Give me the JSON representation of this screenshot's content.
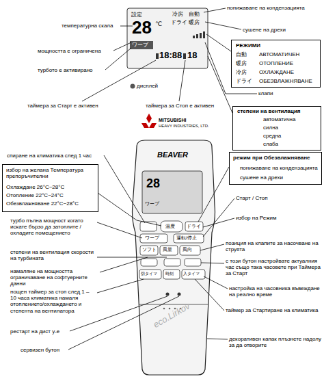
{
  "diagram": {
    "nodes": [
      {
        "text": [
          "РЕЖИМИ",
          "自動",
          "АВТОМАТИЧЕН",
          "暖房",
          "ОТОПЛЕНИЕ",
          "冷房",
          "ОХЛАЖДАНЕ",
          "ドライ",
          "ОБЕЗВЛАЖНЯВАНЕ"
        ]
      },
      {
        "text": [
          "степени на вентилация",
          "автоматична",
          "силна",
          "средна",
          "слаба"
        ]
      },
      {
        "text": [
          "избор на желана Температура препоръчителни",
          "Охлаждане 26°C~28°C",
          "Отопление 22°C~24°C",
          "Обезвлажняване 22°C~28°C"
        ]
      },
      {
        "text": [
          "режим при Обезвлажняване",
          "понижаване на кондензацията",
          "сушене на дрехи"
        ]
      }
    ],
    "labels": [
      "температурна скала",
      "мощността е ограничена",
      "турбото е активирано",
      "дисплей",
      "таймера за Старт е активен",
      "таймера за Стоп е активен",
      "понижаване на кондензацията",
      "сушене на дрехи",
      "клапи",
      "設定",
      "冷房",
      "自動",
      "ドライ",
      "暖房",
      "28",
      "℃",
      "ワープ",
      "18:88",
      "18",
      "MITSUBISHI",
      "HEAVY INDUSTRIES, LTD.",
      "BEAVER",
      "28",
      "ワープ",
      "温度",
      "ドライ",
      "ワープ",
      "運転/停止",
      "ソフト",
      "風量",
      "風向",
      "切タイマ",
      "時刻",
      "入タイマ",
      "спиране на климатика след 1 час",
      "турбо пълна мощност когато искате бързо да затоплите / охладите помещението",
      "степени на вентилация скорости на турбината",
      "намаляне на мощността ограничаване на софтуерните данни",
      "нощен таймер за стоп след 1 – 10 часа климатика намаля отоплението/охлаждането и степента на вентилатора",
      "рестарт на дист у-е",
      "сервизен бутон",
      "Старт / Стоп",
      "избор на Режим",
      "позиция на клапите за насочване на струята",
      "с този бутон настройвате актуалния час също така часовете при Таймера за Старт",
      "настройка на часовника въвеждане на реално време",
      "таймер за Стартиране на климатика",
      "декоративен капак плъзнете надолу за да отворите",
      "eco.Lirkov"
    ]
  }
}
